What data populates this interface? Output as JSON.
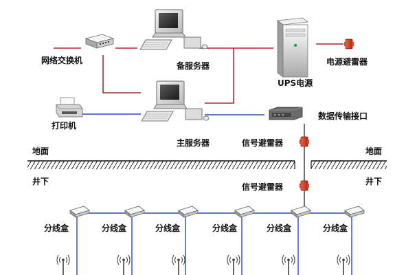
{
  "labels": {
    "network_switch": "网络交换机",
    "backup_server": "备服务器",
    "ups": "UPS电源",
    "power_arrester": "电源避雷器",
    "printer": "打印机",
    "main_server": "主服务器",
    "data_interface": "数据传输接口",
    "signal_arrester_top": "信号避雷器",
    "signal_arrester_bottom": "信号避雷器",
    "ground_left": "地面",
    "ground_right": "地面",
    "underground_left": "井下",
    "underground_right": "井下",
    "junction_boxes": [
      "分线盒",
      "分线盒",
      "分线盒",
      "分线盒",
      "分线盒",
      "分线盒"
    ]
  },
  "colors": {
    "power_line": "#b3262a",
    "data_line": "#2a4ab8",
    "ground_line": "#111111"
  },
  "icons": {
    "switch": "network-switch-icon",
    "server": "computer-icon",
    "ups": "ups-tower-icon",
    "arrester": "arrester-icon",
    "printer": "printer-icon",
    "interface": "transmission-interface-icon",
    "junction": "junction-box-icon",
    "antenna": "antenna-icon"
  }
}
